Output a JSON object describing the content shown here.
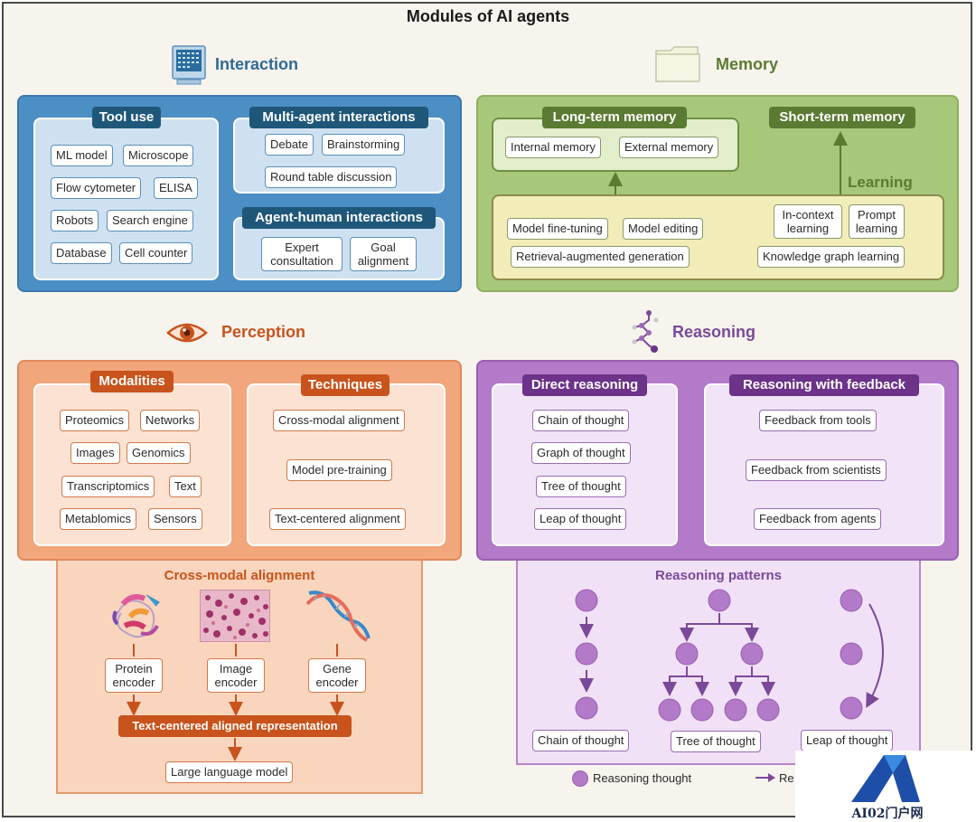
{
  "title": "Modules of AI agents",
  "interaction": {
    "label": "Interaction",
    "tool_use": {
      "header": "Tool use",
      "items": [
        "ML model",
        "Microscope",
        "Flow cytometer",
        "ELISA",
        "Robots",
        "Search engine",
        "Database",
        "Cell counter"
      ]
    },
    "multi_agent": {
      "header": "Multi-agent interactions",
      "items": [
        "Debate",
        "Brainstorming",
        "Round table discussion"
      ]
    },
    "agent_human": {
      "header": "Agent-human interactions",
      "items": [
        "Expert consultation",
        "Goal alignment"
      ]
    }
  },
  "memory": {
    "label": "Memory",
    "long_term": {
      "header": "Long-term memory",
      "items": [
        "Internal memory",
        "External memory"
      ]
    },
    "short_term": {
      "header": "Short-term memory"
    },
    "learning": {
      "label": "Learning",
      "items": [
        "Model fine-tuning",
        "Model editing",
        "Retrieval-augmented generation",
        "In-context learning",
        "Prompt learning",
        "Knowledge graph learning"
      ]
    }
  },
  "perception": {
    "label": "Perception",
    "modalities": {
      "header": "Modalities",
      "items": [
        "Proteomics",
        "Networks",
        "Images",
        "Genomics",
        "Transcriptomics",
        "Text",
        "Metablomics",
        "Sensors"
      ]
    },
    "techniques": {
      "header": "Techniques",
      "items": [
        "Cross-modal alignment",
        "Model pre-training",
        "Text-centered alignment"
      ]
    },
    "cross_modal": {
      "title": "Cross-modal alignment",
      "encoders": [
        "Protein encoder",
        "Image encoder",
        "Gene encoder"
      ],
      "representation": "Text-centered aligned representation",
      "llm": "Large language model"
    }
  },
  "reasoning": {
    "label": "Reasoning",
    "direct": {
      "header": "Direct reasoning",
      "items": [
        "Chain of thought",
        "Graph of thought",
        "Tree of thought",
        "Leap of thought"
      ]
    },
    "feedback": {
      "header": "Reasoning with feedback",
      "items": [
        "Feedback from tools",
        "Feedback from scientists",
        "Feedback from agents"
      ]
    },
    "patterns": {
      "title": "Reasoning patterns",
      "labels": [
        "Chain of thought",
        "Tree of thought",
        "Leap of thought"
      ],
      "legend_thought": "Reasoning thought",
      "legend_step": "Re"
    }
  },
  "watermark": "AI02门户网",
  "colors": {
    "interaction": "#4c8fc4",
    "memory": "#a7c77a",
    "perception": "#f2a67b",
    "reasoning": "#b27ac8"
  },
  "icons": [
    "computer-icon",
    "folder-icon",
    "eye-icon",
    "reasoning-tree-icon",
    "protein-structure-icon",
    "cell-image-icon",
    "dna-helix-icon",
    "watermark-logo-icon"
  ]
}
